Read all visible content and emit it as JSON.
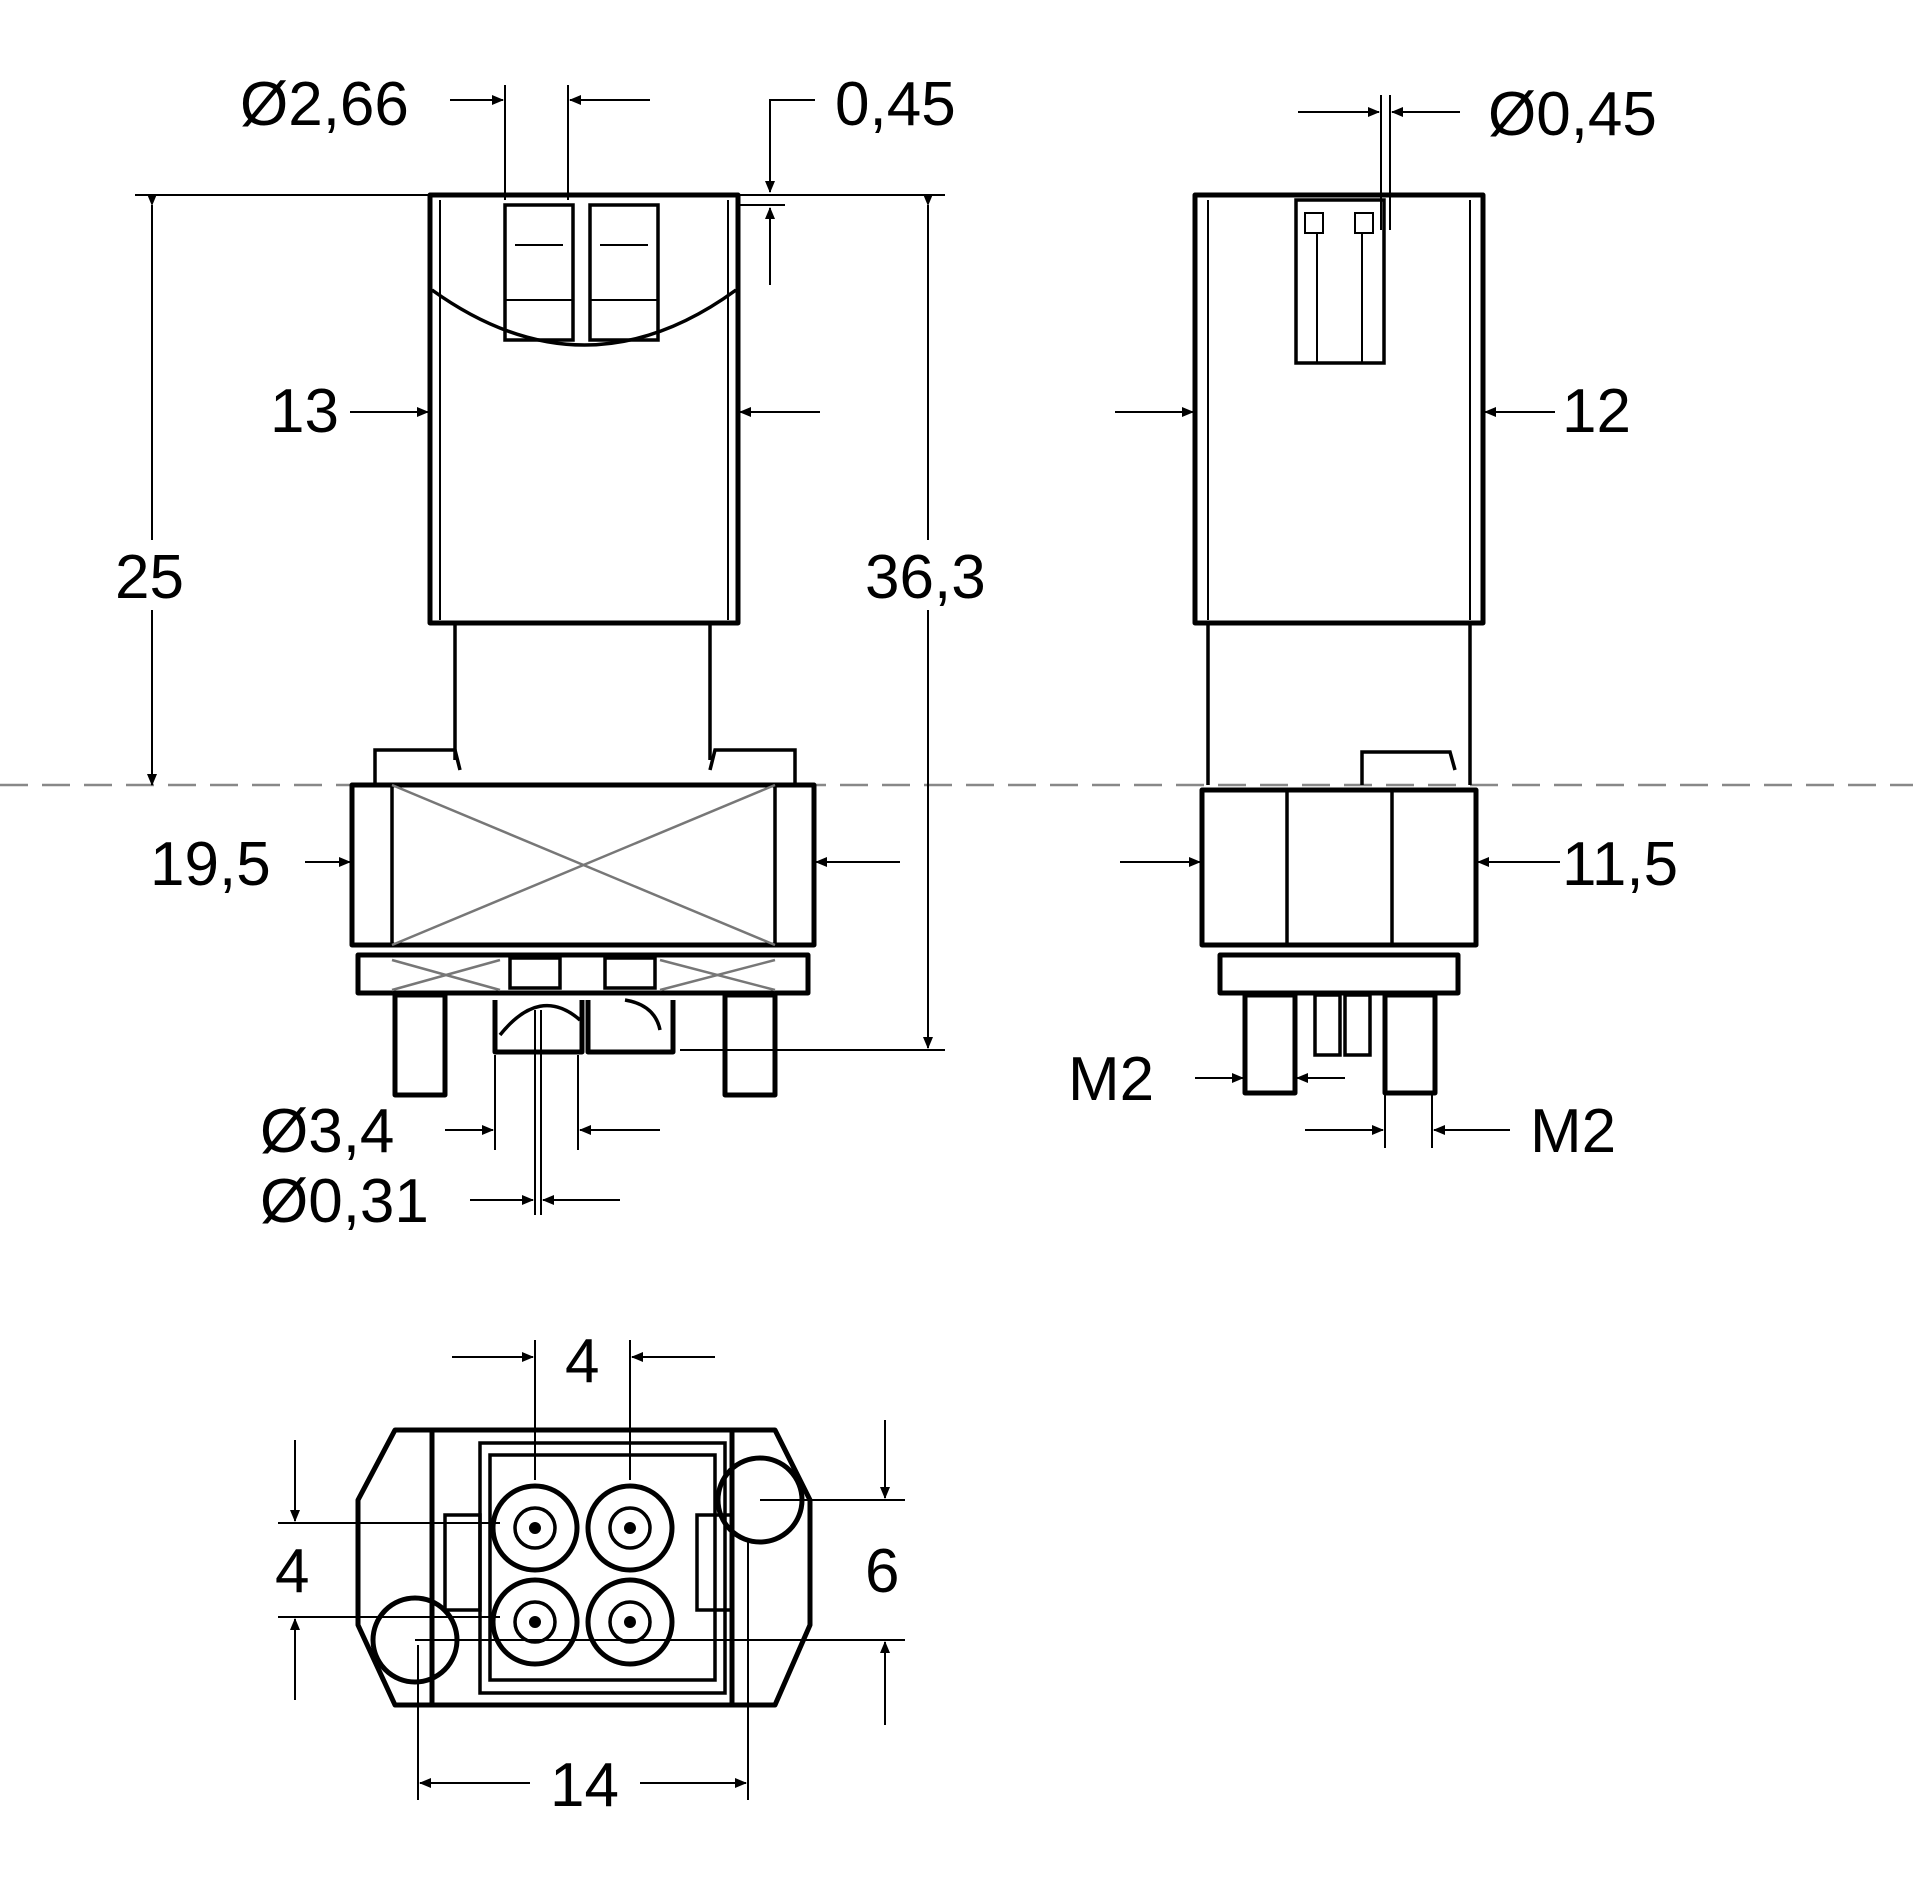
{
  "dimensions": {
    "pin_dia": "Ø2,66",
    "top_offset": "0,45",
    "side_pin_dia": "Ø0,45",
    "width_13": "13",
    "width_12": "12",
    "height_25": "25",
    "height_36": "36,3",
    "flange_19_5": "19,5",
    "flange_11_5": "11,5",
    "thread_m2_left": "M2",
    "thread_m2_right": "M2",
    "socket_dia": "Ø3,4",
    "contact_dia": "Ø0,31",
    "pitch_h": "4",
    "pitch_v": "4",
    "hole_spacing_v": "6",
    "hole_spacing_h": "14"
  }
}
